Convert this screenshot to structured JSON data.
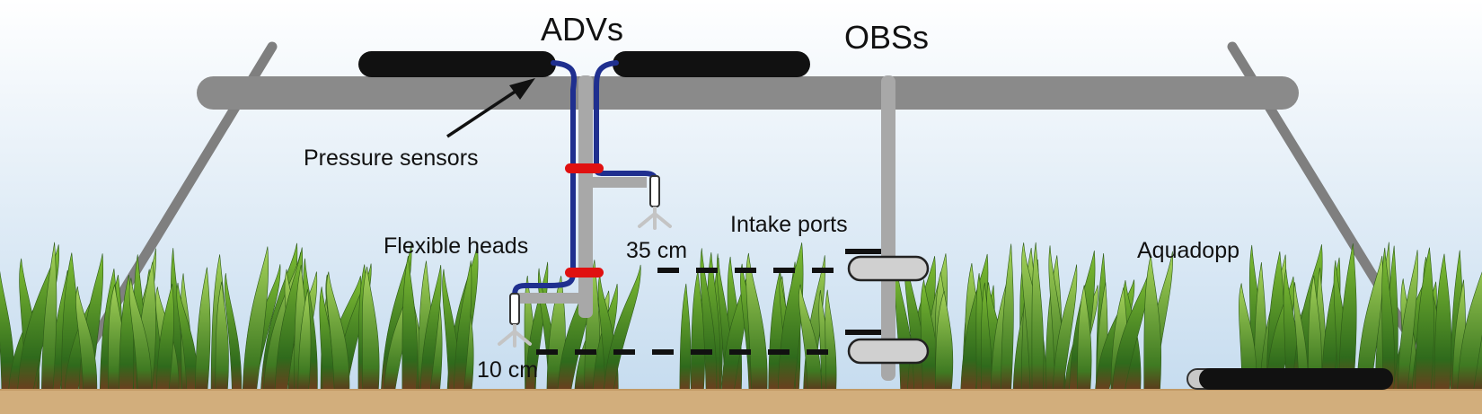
{
  "labels": {
    "advs": "ADVs",
    "obss": "OBSs",
    "pressure_sensors": "Pressure sensors",
    "flexible_heads": "Flexible heads",
    "intake_ports": "Intake ports",
    "height_upper": "35 cm",
    "height_lower": "10 cm",
    "aquadopp": "Aquadopp"
  },
  "colors": {
    "water_top": "#ffffff",
    "water_bottom": "#c6dcef",
    "sediment": "#d2ae7c",
    "frame": "#8a8a8a",
    "rod": "#a8a8a8",
    "instrument": "#111111",
    "cable": "#1f2f8f",
    "clamp": "#e01010",
    "seagrass_light": "#8ec63f",
    "seagrass_dark": "#3f7a22",
    "seagrass_base": "#6b3e1e"
  }
}
